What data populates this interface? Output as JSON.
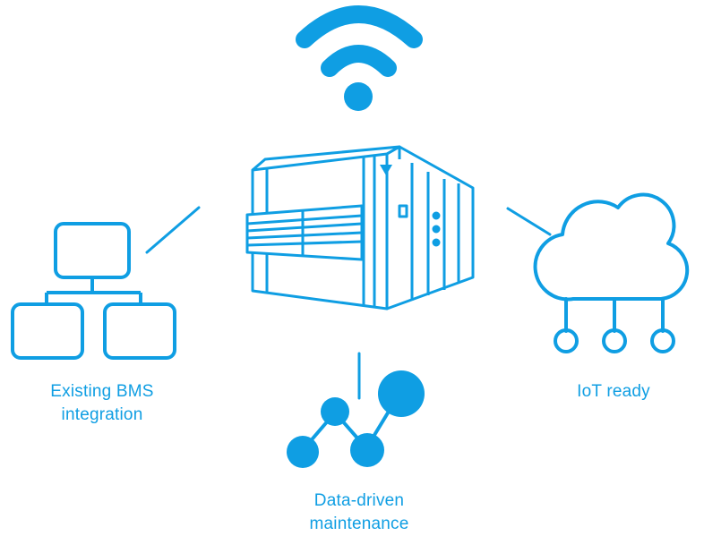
{
  "colors": {
    "accent": "#0f9ee3",
    "line": "#0f9ee3",
    "background": "#ffffff"
  },
  "nodes": {
    "bms": {
      "icon": "network-hierarchy-icon",
      "label_line1": "Existing BMS",
      "label_line2": "integration"
    },
    "maintenance": {
      "icon": "data-graph-icon",
      "label_line1": "Data-driven",
      "label_line2": "maintenance"
    },
    "iot": {
      "icon": "cloud-network-icon",
      "label": "IoT ready"
    },
    "center": {
      "icon": "air-handling-unit-icon"
    },
    "wifi": {
      "icon": "wifi-icon"
    }
  }
}
